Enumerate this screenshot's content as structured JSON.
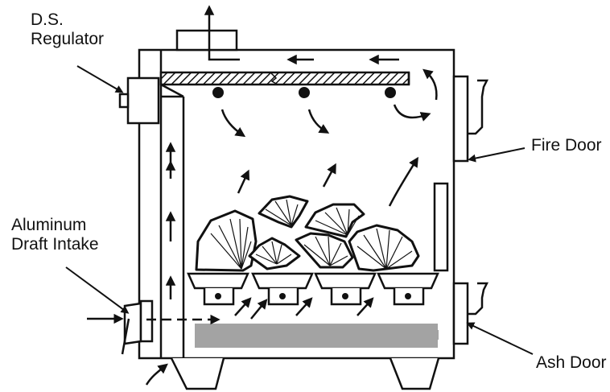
{
  "labels": {
    "ds_regulator": [
      "D.S.",
      "Regulator"
    ],
    "aluminum_draft_intake": [
      "Aluminum",
      "Draft Intake"
    ],
    "fire_door": "Fire Door",
    "ash_door": "Ash Door"
  },
  "colors": {
    "line": "#111111",
    "ash_pan": "#a3a3a3",
    "background": "#ffffff"
  }
}
